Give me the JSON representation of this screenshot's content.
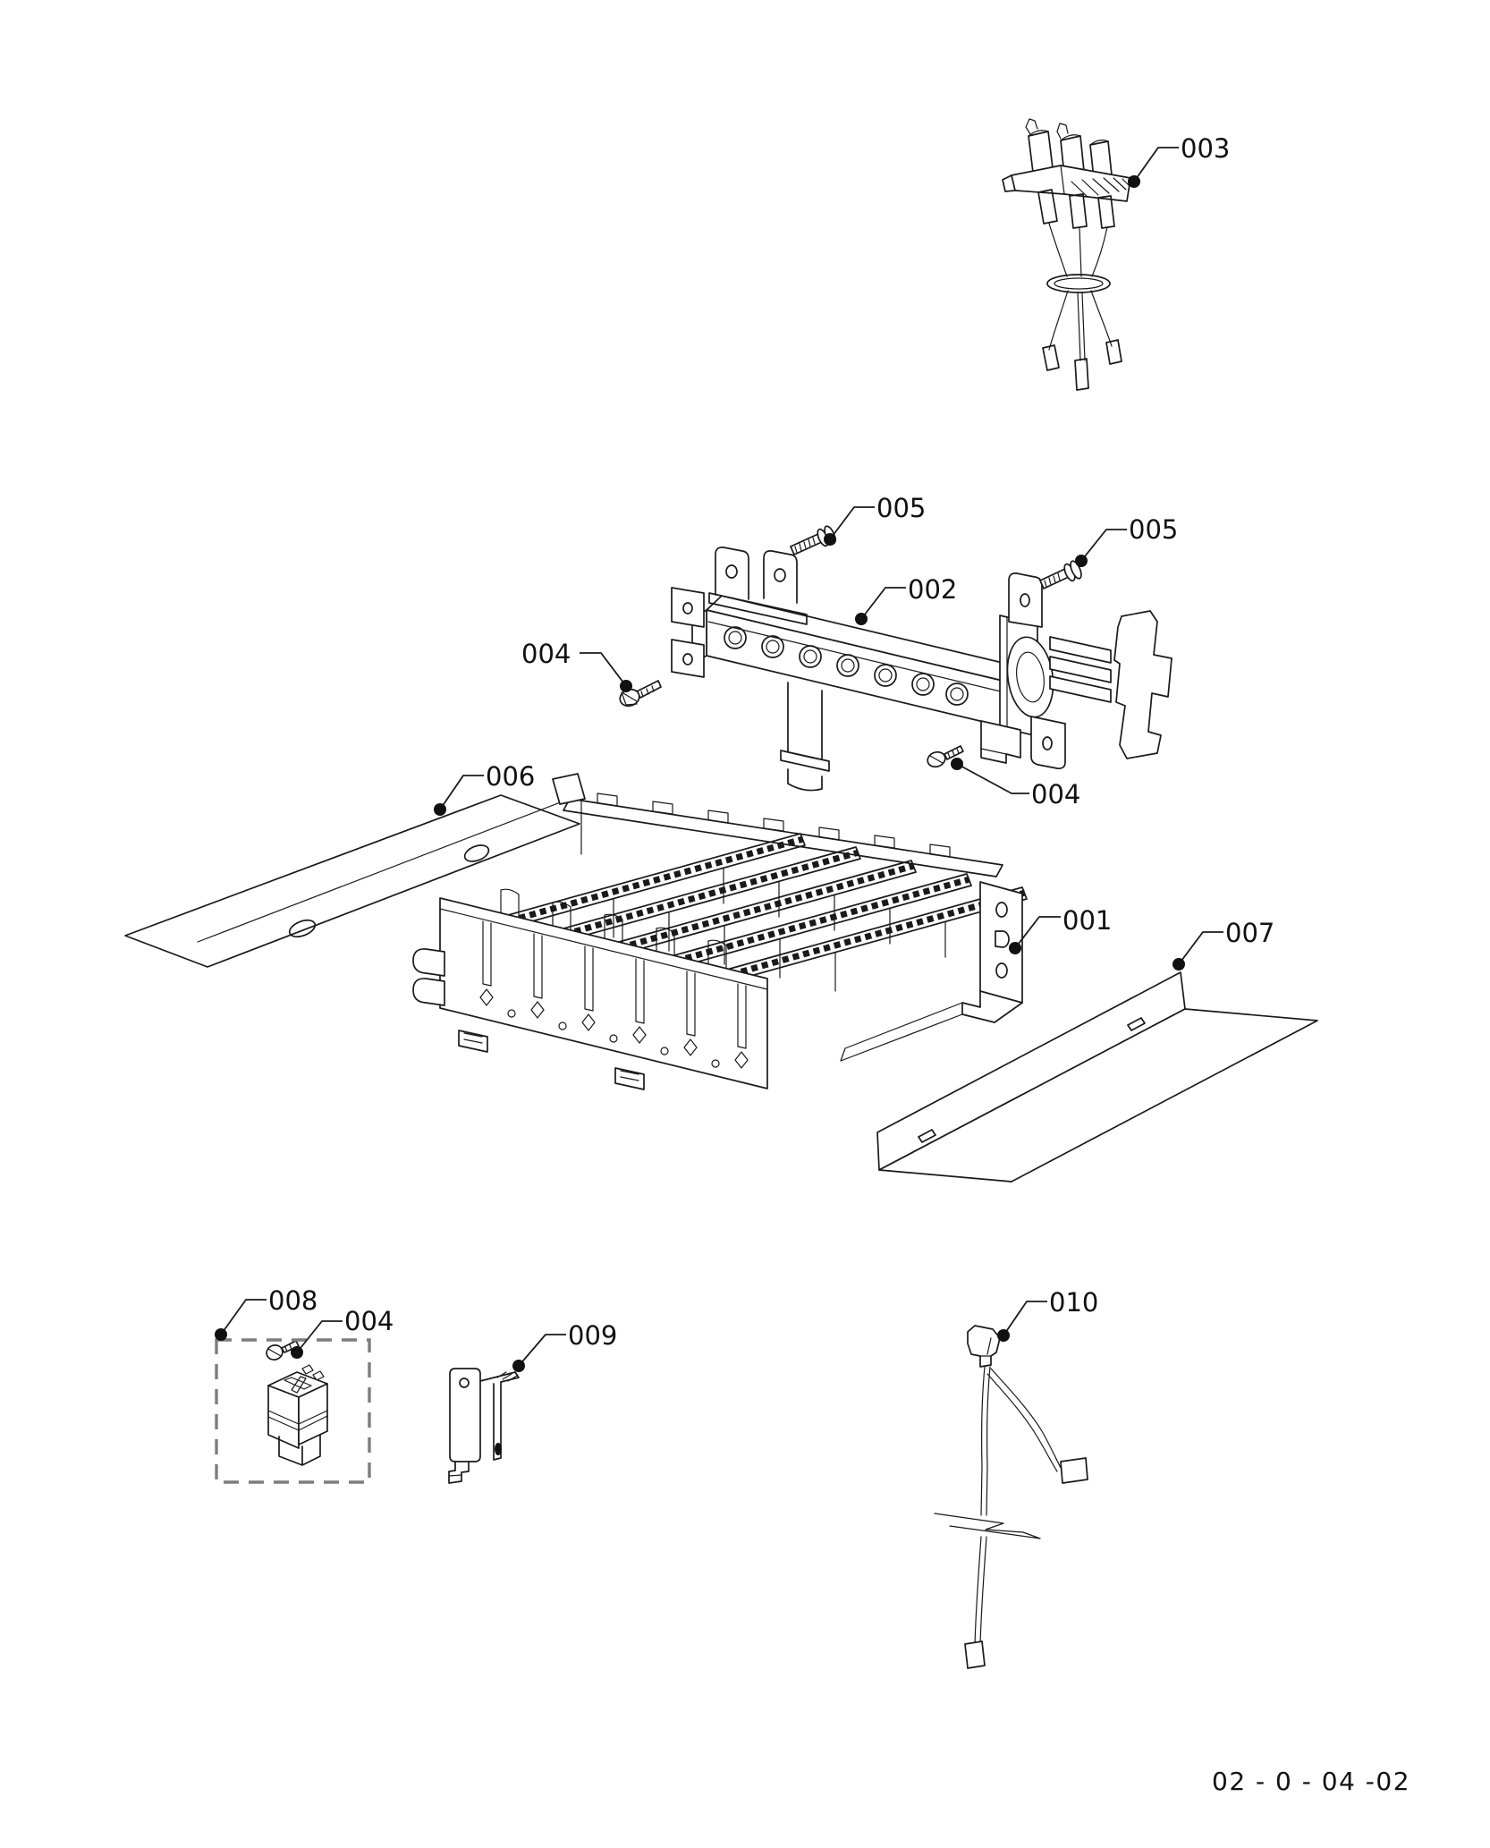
{
  "document": {
    "type": "exploded-parts-diagram",
    "subject": "gas burner group assembly",
    "background_color": "#ffffff",
    "line_color": "#1a1a1a",
    "dashed_box_color": "#7d7d7d",
    "label_color": "#111111"
  },
  "callouts": [
    {
      "label": "001",
      "part": "burner-assembly"
    },
    {
      "label": "002",
      "part": "gas-manifold"
    },
    {
      "label": "003",
      "part": "ignition-electrode-assembly"
    },
    {
      "label": "004",
      "part": "screw-left-of-manifold"
    },
    {
      "label": "004",
      "part": "screw-below-manifold"
    },
    {
      "label": "004",
      "part": "screw-in-kit-box"
    },
    {
      "label": "005",
      "part": "screw-top-of-manifold"
    },
    {
      "label": "005",
      "part": "screw-right-of-manifold"
    },
    {
      "label": "006",
      "part": "left-side-panel"
    },
    {
      "label": "007",
      "part": "right-side-panel"
    },
    {
      "label": "008",
      "part": "support-block-kit"
    },
    {
      "label": "009",
      "part": "mounting-bracket"
    },
    {
      "label": "010",
      "part": "ignition-cable"
    }
  ],
  "footer": {
    "drawing_code": "02 - 0 - 04 -02"
  }
}
